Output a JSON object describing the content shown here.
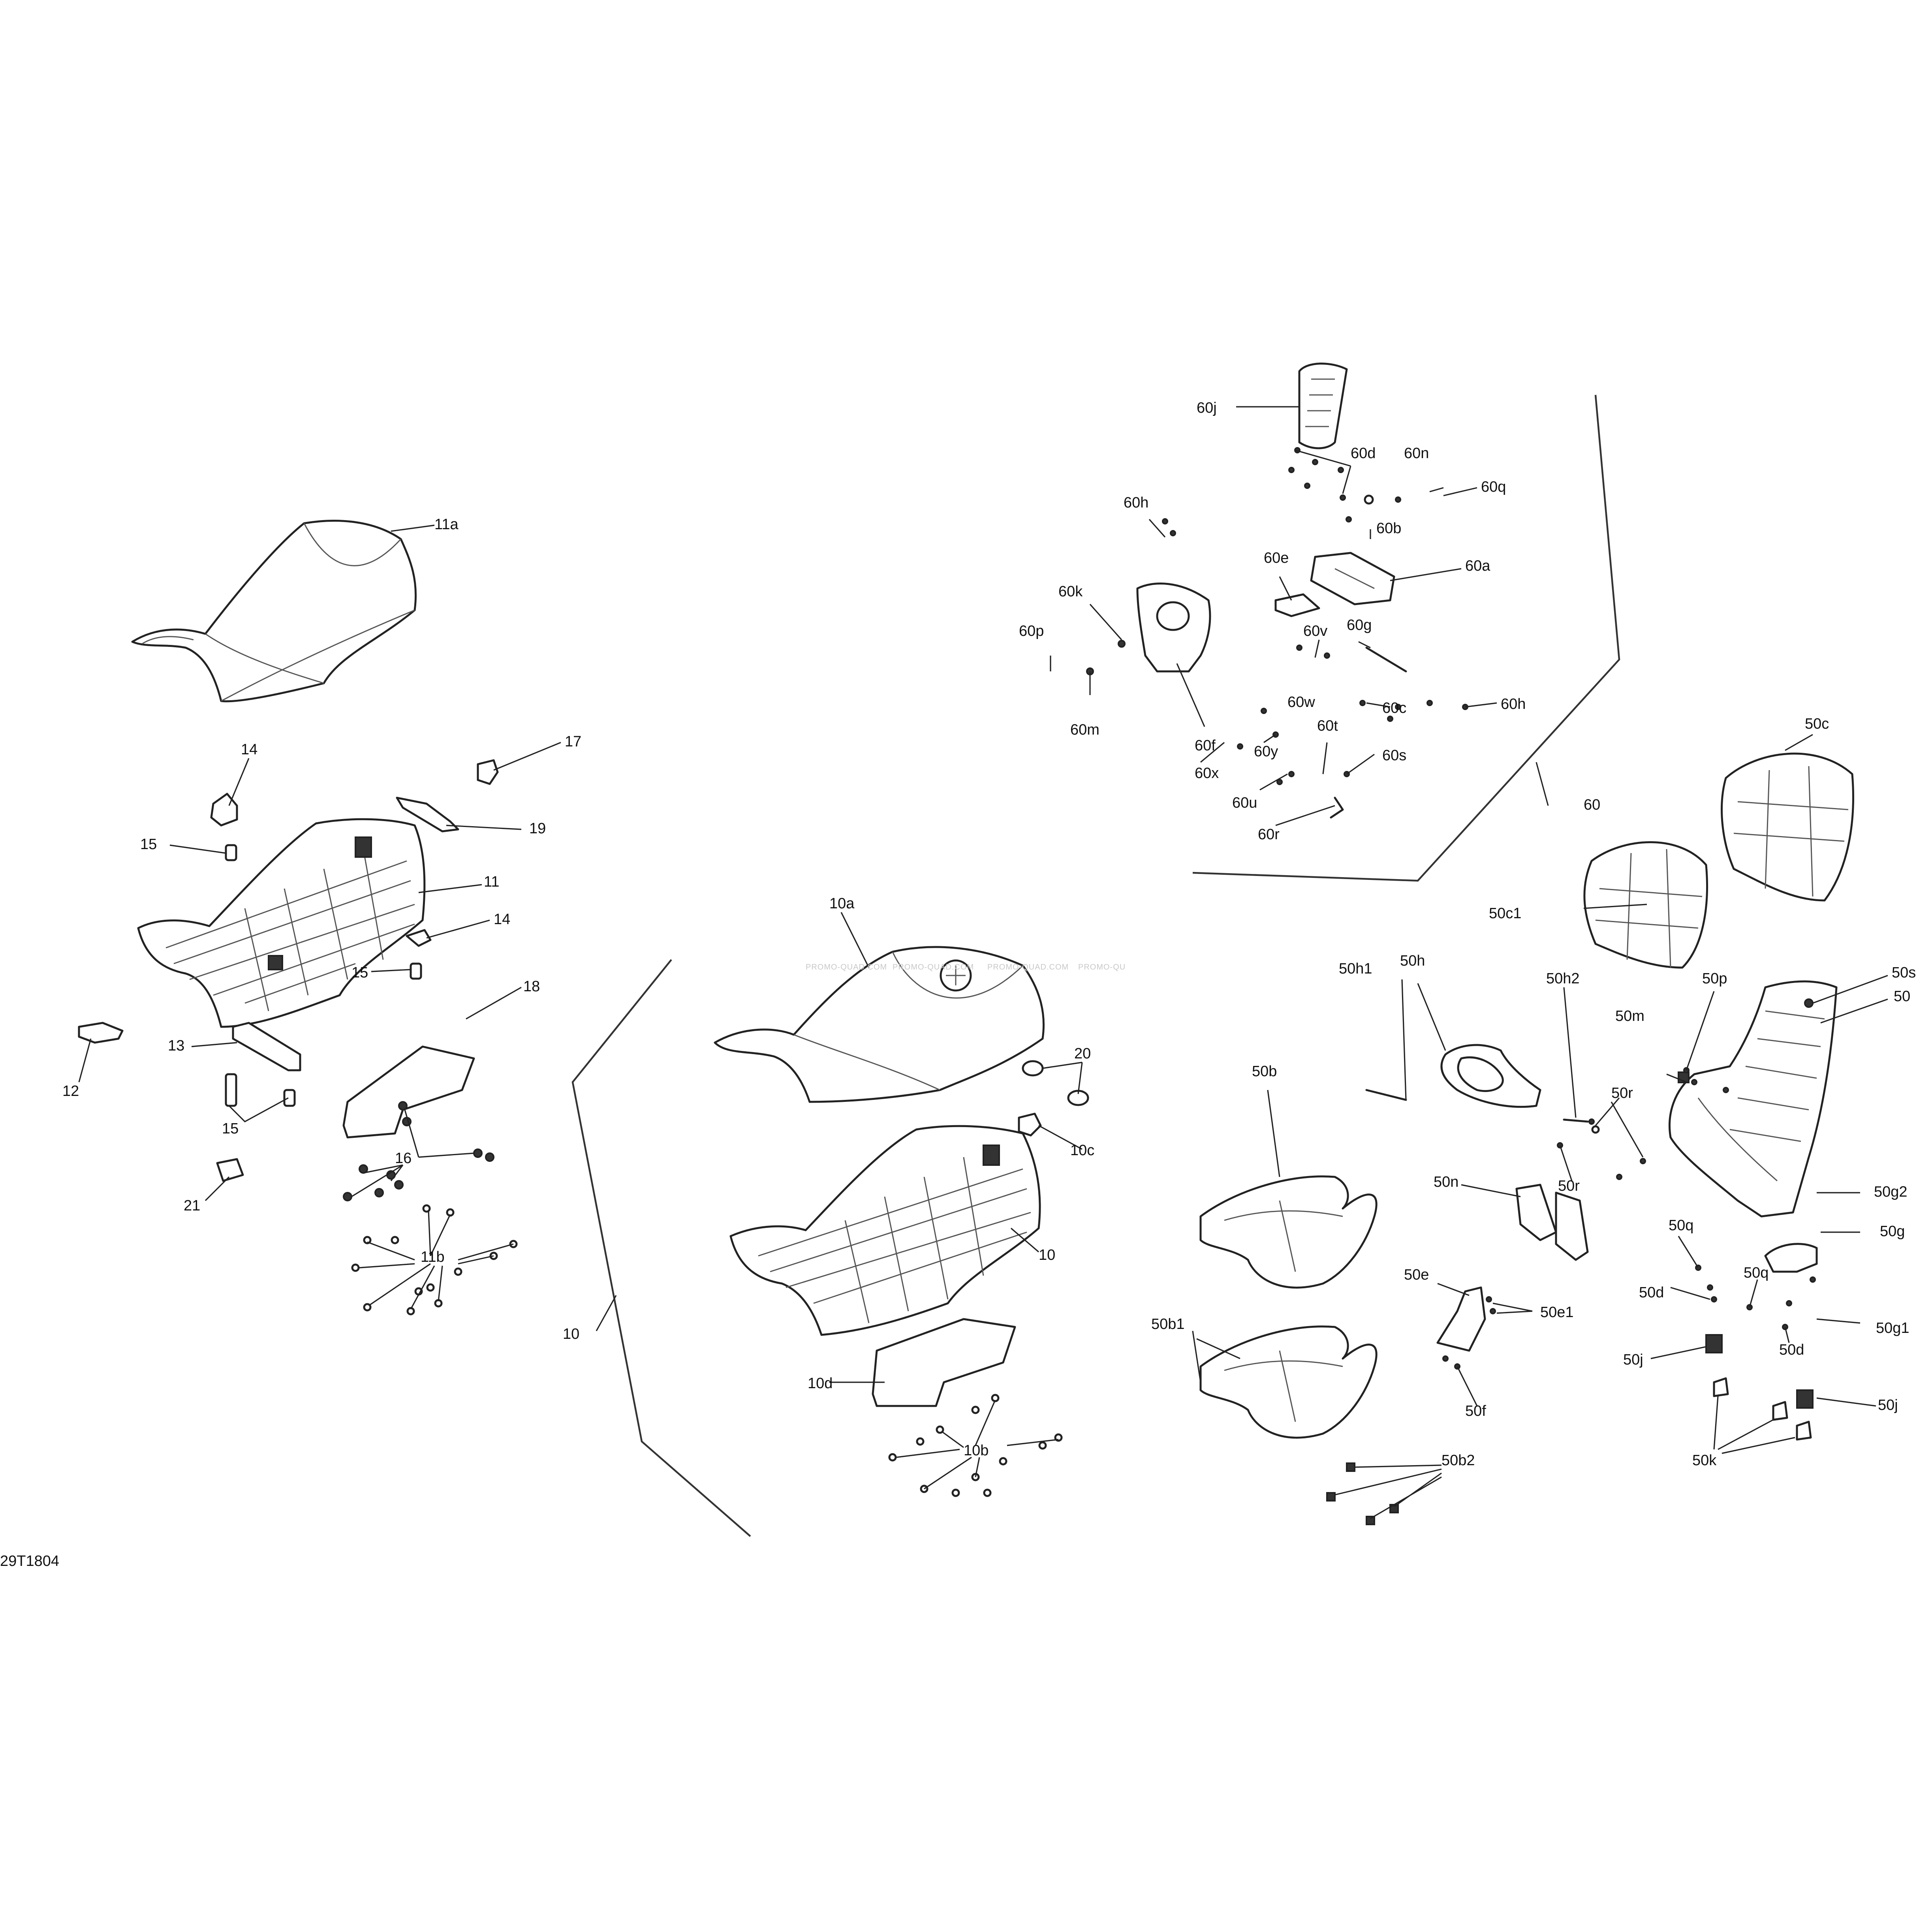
{
  "drawing": {
    "reference": "29T1804",
    "watermark": [
      "PROMO-QUAD.COM",
      "PROMO-QUAD.COM",
      "PROMO-QUAD.COM",
      "PROMO-QU"
    ]
  },
  "callouts": {
    "c11a": "11a",
    "c14a": "14",
    "c17": "17",
    "c19": "19",
    "c15a": "15",
    "c11": "11",
    "c14b": "14",
    "c15b": "15",
    "c18": "18",
    "c13": "13",
    "c12": "12",
    "c15c": "15",
    "c16": "16",
    "c21": "21",
    "c11b": "11b",
    "c10a": "10a",
    "c20": "20",
    "c10c": "10c",
    "c10r": "10",
    "c10": "10",
    "c10d": "10d",
    "c10b": "10b",
    "c60j": "60j",
    "c60d": "60d",
    "c60n": "60n",
    "c60q": "60q",
    "c60h1": "60h",
    "c60b": "60b",
    "c60e": "60e",
    "c60a": "60a",
    "c60k": "60k",
    "c60p": "60p",
    "c60g": "60g",
    "c60v": "60v",
    "c60m": "60m",
    "c60w": "60w",
    "c60c": "60c",
    "c60h2": "60h",
    "c60f": "60f",
    "c60y": "60y",
    "c60t": "60t",
    "c60x": "60x",
    "c60s": "60s",
    "c60u": "60u",
    "c60r": "60r",
    "c60": "60",
    "c50c": "50c",
    "c50c1": "50c1",
    "c50s": "50s",
    "c50h1": "50h1",
    "c50h": "50h",
    "c50h2": "50h2",
    "c50p": "50p",
    "c50": "50",
    "c50m": "50m",
    "c50b": "50b",
    "c50r1": "50r",
    "c50n": "50n",
    "c50r2": "50r",
    "c50g2": "50g2",
    "c50g": "50g",
    "c50q1": "50q",
    "c50e": "50e",
    "c50e1": "50e1",
    "c50q2": "50q",
    "c50d1": "50d",
    "c50g1": "50g1",
    "c50b1": "50b1",
    "c50d2": "50d",
    "c50j1": "50j",
    "c50f": "50f",
    "c50j2": "50j",
    "c50k": "50k",
    "c50b2": "50b2"
  }
}
